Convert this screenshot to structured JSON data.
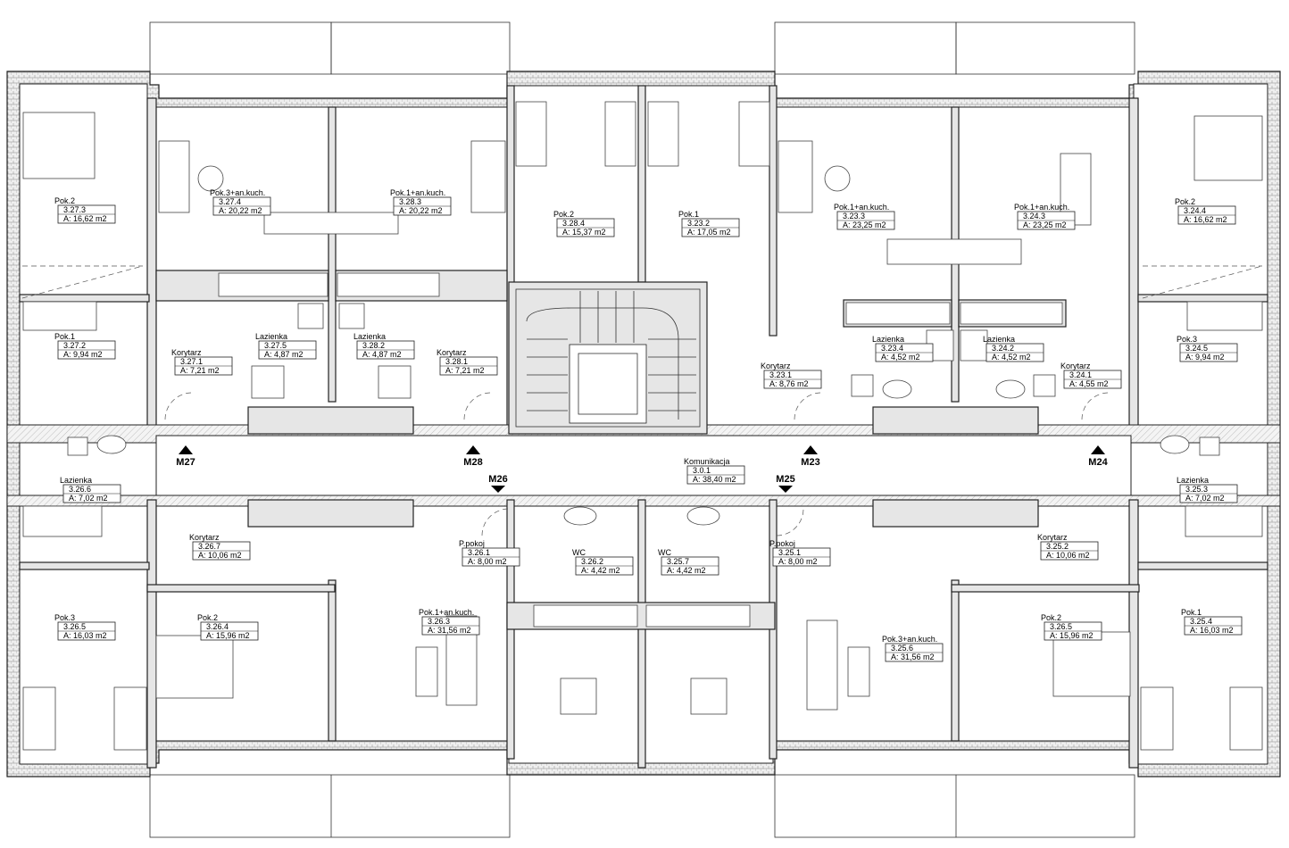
{
  "rooms": [
    {
      "name": "Pok.2",
      "num": "3.27.3",
      "area": "A: 16,62 m2"
    },
    {
      "name": "Pok.3+an.kuch.",
      "num": "3.27.4",
      "area": "A: 20,22 m2"
    },
    {
      "name": "Pok.1+an.kuch.",
      "num": "3.28.3",
      "area": "A: 20,22 m2"
    },
    {
      "name": "Pok.2",
      "num": "3.28.4",
      "area": "A: 15,37 m2"
    },
    {
      "name": "Pok.1",
      "num": "3.23.2",
      "area": "A: 17,05 m2"
    },
    {
      "name": "Pok.1+an.kuch.",
      "num": "3.23.3",
      "area": "A: 23,25 m2"
    },
    {
      "name": "Pok.1+an.kuch.",
      "num": "3.24.3",
      "area": "A: 23,25 m2"
    },
    {
      "name": "Pok.2",
      "num": "3.24.4",
      "area": "A: 16,62 m2"
    },
    {
      "name": "Pok.1",
      "num": "3.27.2",
      "area": "A: 9,94 m2"
    },
    {
      "name": "Korytarz",
      "num": "3.27.1",
      "area": "A: 7,21 m2"
    },
    {
      "name": "Lazienka",
      "num": "3.27.5",
      "area": "A: 4,87 m2"
    },
    {
      "name": "Lazienka",
      "num": "3.28.2",
      "area": "A: 4,87 m2"
    },
    {
      "name": "Korytarz",
      "num": "3.28.1",
      "area": "A: 7,21 m2"
    },
    {
      "name": "Korytarz",
      "num": "3.23.1",
      "area": "A: 8,76 m2"
    },
    {
      "name": "Lazienka",
      "num": "3.23.4",
      "area": "A: 4,52 m2"
    },
    {
      "name": "Lazienka",
      "num": "3.24.2",
      "area": "A: 4,52 m2"
    },
    {
      "name": "Korytarz",
      "num": "3.24.1",
      "area": "A: 4,55 m2"
    },
    {
      "name": "Pok.3",
      "num": "3.24.5",
      "area": "A: 9,94 m2"
    },
    {
      "name": "Lazienka",
      "num": "3.26.6",
      "area": "A: 7,02 m2"
    },
    {
      "name": "Komunikacja",
      "num": "3.0.1",
      "area": "A: 38,40 m2"
    },
    {
      "name": "Lazienka",
      "num": "3.25.3",
      "area": "A: 7,02 m2"
    },
    {
      "name": "Korytarz",
      "num": "3.26.7",
      "area": "A: 10,06 m2"
    },
    {
      "name": "P.pokoj",
      "num": "3.26.1",
      "area": "A: 8,00 m2"
    },
    {
      "name": "WC",
      "num": "3.26.2",
      "area": "A: 4,42 m2"
    },
    {
      "name": "WC",
      "num": "3.25.7",
      "area": "A: 4,42 m2"
    },
    {
      "name": "P.pokoj",
      "num": "3.25.1",
      "area": "A: 8,00 m2"
    },
    {
      "name": "Korytarz",
      "num": "3.25.2",
      "area": "A: 10,06 m2"
    },
    {
      "name": "Pok.3",
      "num": "3.26.5",
      "area": "A: 16,03 m2"
    },
    {
      "name": "Pok.2",
      "num": "3.26.4",
      "area": "A: 15,96 m2"
    },
    {
      "name": "Pok.1+an.kuch.",
      "num": "3.26.3",
      "area": "A: 31,56 m2"
    },
    {
      "name": "Pok.3+an.kuch.",
      "num": "3.25.6",
      "area": "A: 31,56 m2"
    },
    {
      "name": "Pok.2",
      "num": "3.26.5",
      "area": "A: 15,96 m2"
    },
    {
      "name": "Pok.1",
      "num": "3.25.4",
      "area": "A: 16,03 m2"
    }
  ],
  "markers": [
    {
      "label": "M27",
      "dir": "up"
    },
    {
      "label": "M28",
      "dir": "up"
    },
    {
      "label": "M23",
      "dir": "up"
    },
    {
      "label": "M24",
      "dir": "up"
    },
    {
      "label": "M26",
      "dir": "down"
    },
    {
      "label": "M25",
      "dir": "down"
    }
  ]
}
